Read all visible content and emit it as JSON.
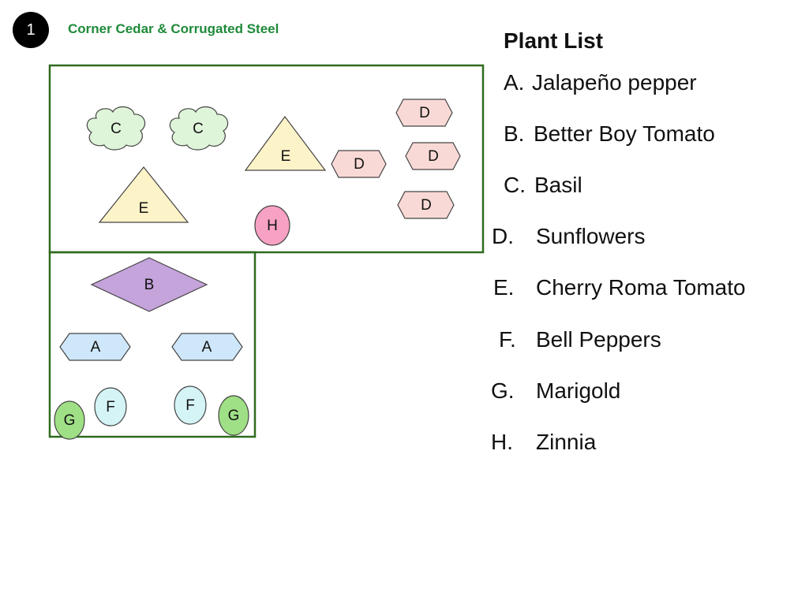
{
  "header": {
    "badge_number": "1",
    "bed_title": "Corner Cedar & Corrugated Steel"
  },
  "colors": {
    "bed_border": "#2f6b1e",
    "title_green": "#1f8a3a",
    "basil": "#dff5d9",
    "tomato_cherry": "#fdf3c8",
    "sunflower": "#f9d9d6",
    "zinnia": "#f7a1c4",
    "better_boy": "#c5a3db",
    "jalapeno": "#cfe7fa",
    "bell_pepper": "#d4f4f6",
    "marigold": "#9fdf85"
  },
  "plan_markers": {
    "c1": "C",
    "c2": "C",
    "e1": "E",
    "e2": "E",
    "d1": "D",
    "d2": "D",
    "d3": "D",
    "d4": "D",
    "h1": "H",
    "b1": "B",
    "a1": "A",
    "a2": "A",
    "f1": "F",
    "f2": "F",
    "g1": "G",
    "g2": "G"
  },
  "legend": {
    "title": "Plant List",
    "items": [
      {
        "letter": "A.",
        "name": "Jalapeño pepper"
      },
      {
        "letter": "B.",
        "name": "Better Boy Tomato"
      },
      {
        "letter": "C.",
        "name": "Basil"
      },
      {
        "letter": "D.",
        "name": "Sunflowers"
      },
      {
        "letter": "E.",
        "name": "Cherry Roma Tomato"
      },
      {
        "letter": "F.",
        "name": "Bell Peppers"
      },
      {
        "letter": "G.",
        "name": "Marigold"
      },
      {
        "letter": "H.",
        "name": "Zinnia"
      }
    ]
  }
}
